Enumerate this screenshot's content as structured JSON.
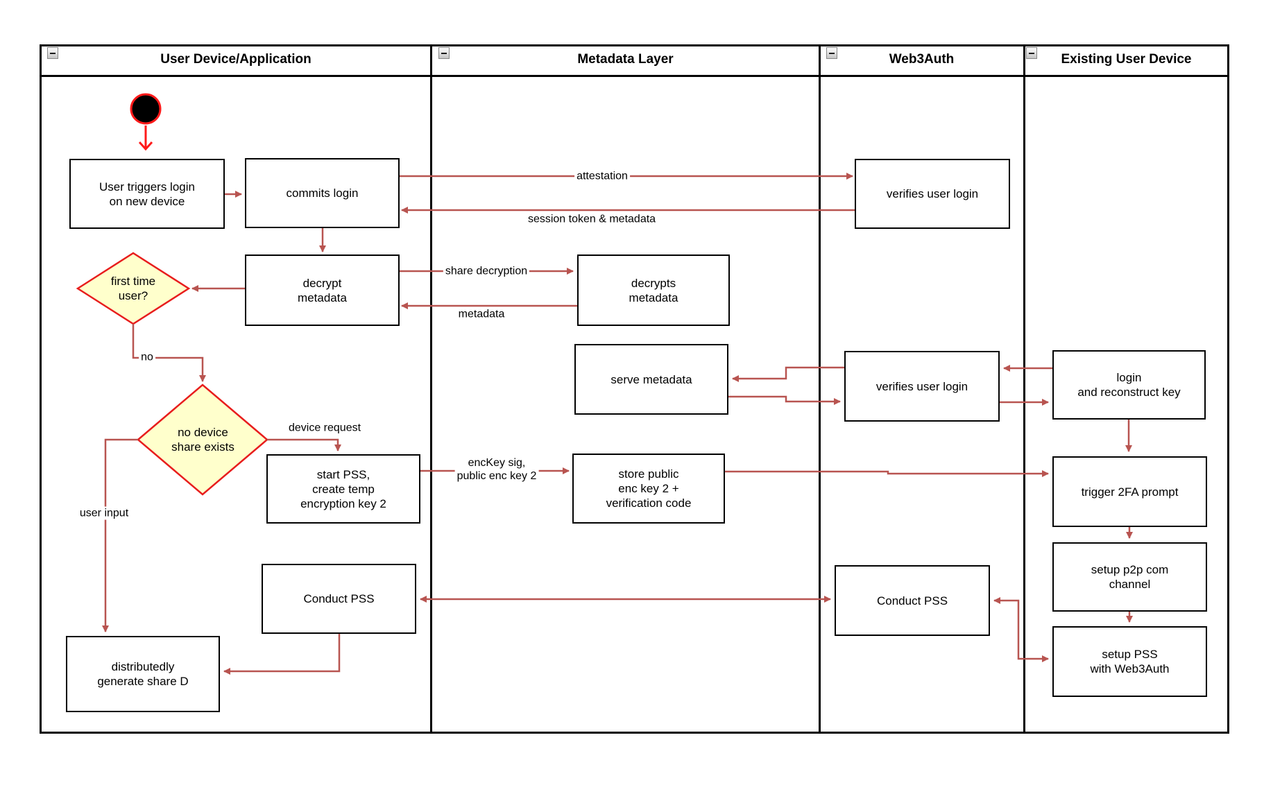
{
  "colors": {
    "arrow": "#b85450",
    "start_arrow": "#ff1a1a",
    "decision_fill": "#ffffcc",
    "decision_border": "#e81d1d",
    "box_border": "#000000",
    "start_fill": "#000000"
  },
  "lanes": [
    {
      "id": "user-device-application",
      "title": "User Device/Application"
    },
    {
      "id": "metadata-layer",
      "title": "Metadata Layer"
    },
    {
      "id": "web3auth",
      "title": "Web3Auth"
    },
    {
      "id": "existing-user-device",
      "title": "Existing User Device"
    }
  ],
  "nodes": {
    "user_triggers_login": {
      "label": "User triggers login\non new device"
    },
    "commits_login": {
      "label": "commits login"
    },
    "verifies_user_login_1": {
      "label": "verifies user login"
    },
    "decrypt_metadata": {
      "label": "decrypt\nmetadata"
    },
    "decrypts_metadata": {
      "label": "decrypts\nmetadata"
    },
    "first_time_user": {
      "label": "first time\nuser?"
    },
    "serve_metadata": {
      "label": "serve metadata"
    },
    "verifies_user_login_2": {
      "label": "verifies user login"
    },
    "login_and_reconstruct_key": {
      "label": "login\nand reconstruct key"
    },
    "no_device_share_exists": {
      "label": "no device\nshare exists"
    },
    "start_pss": {
      "label": "start PSS,\ncreate temp\nencryption key 2"
    },
    "store_public_enc_key": {
      "label": "store public\nenc key 2 +\nverification code"
    },
    "trigger_2fa_prompt": {
      "label": "trigger 2FA prompt"
    },
    "setup_p2p_channel": {
      "label": "setup p2p com\nchannel"
    },
    "conduct_pss_user": {
      "label": "Conduct PSS"
    },
    "conduct_pss_web3auth": {
      "label": "Conduct PSS"
    },
    "setup_pss_web3auth": {
      "label": "setup PSS\nwith Web3Auth"
    },
    "generate_share_d": {
      "label": "distributedly\ngenerate share D"
    }
  },
  "edge_labels": {
    "attestation": "attestation",
    "session_token": "session token & metadata",
    "share_decryption": "share decryption",
    "metadata": "metadata",
    "no": "no",
    "device_request": "device request",
    "enckey": "encKey sig,\npublic enc key 2",
    "user_input": "user input"
  }
}
